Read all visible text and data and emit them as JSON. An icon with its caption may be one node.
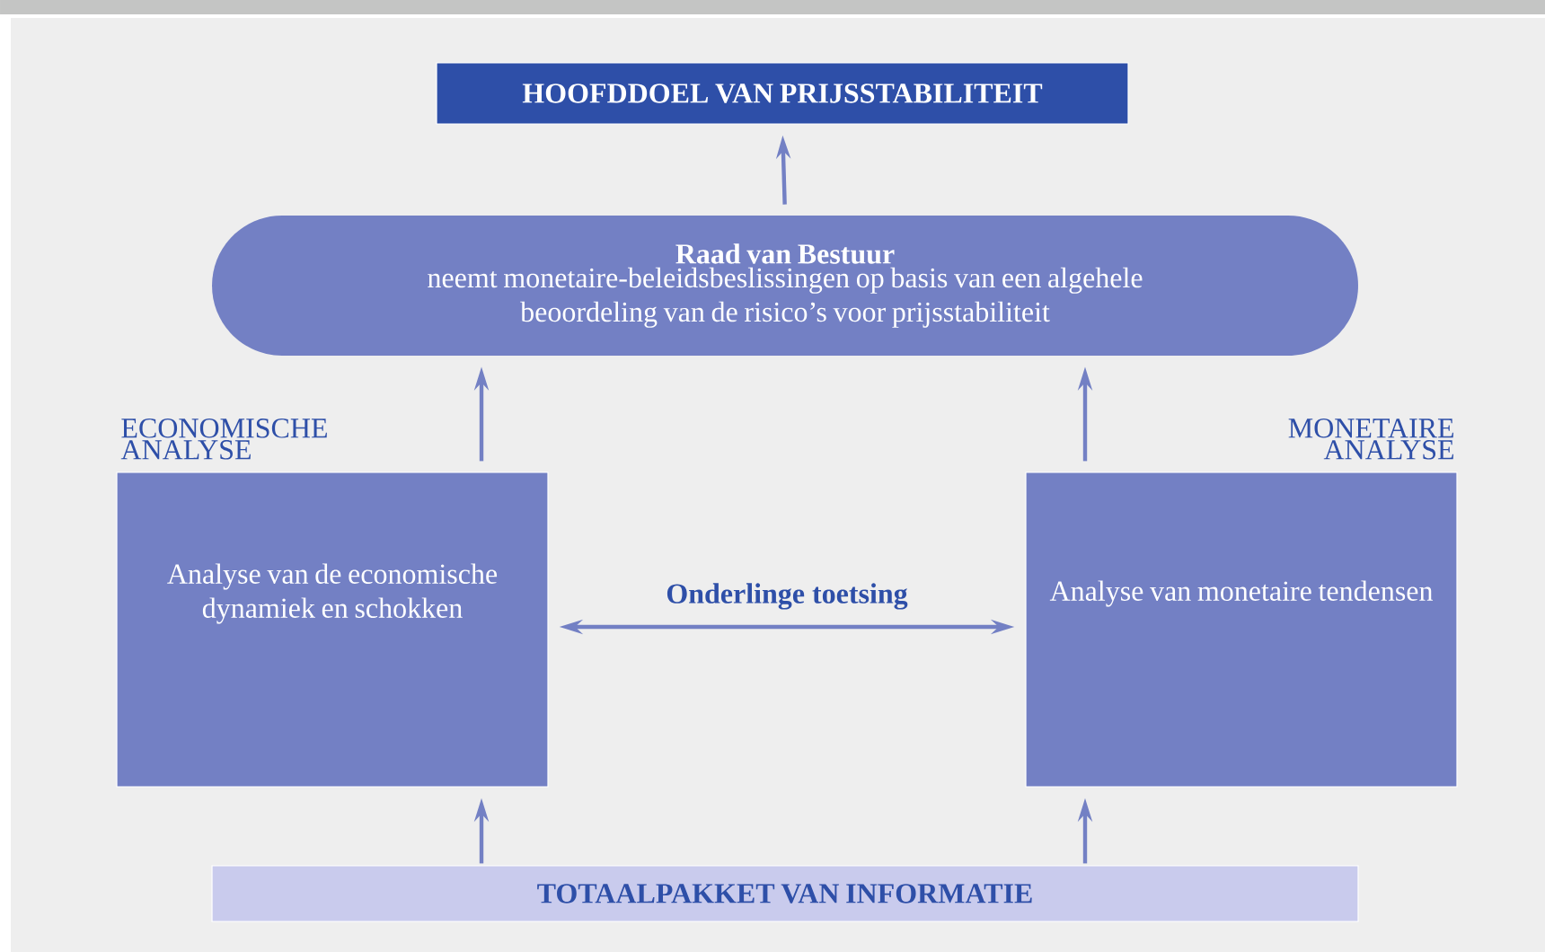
{
  "diagram": {
    "nodes": [
      {
        "text": [
          "HOOFDDOEL VAN PRIJSSTABILITEIT"
        ]
      },
      {
        "text": [
          "Raad van Bestuur",
          "neemt monetaire-beleidsbeslissingen op basis van een algehele beoordeling van de risico’s voor prijsstabiliteit"
        ]
      },
      {
        "text": [
          "ECONOMISCHE ANALYSE",
          "Analyse van de economische dynamiek en schokken"
        ]
      },
      {
        "text": [
          "MONETAIRE ANALYSE",
          "Analyse van monetaire tendensen"
        ]
      },
      {
        "text": [
          "TOTAALPAKKET VAN INFORMATIE"
        ]
      }
    ],
    "edges": [
      {
        "from": 1,
        "to": 0,
        "arrow": "to"
      },
      {
        "from": 2,
        "to": 1,
        "arrow": "to"
      },
      {
        "from": 3,
        "to": 1,
        "arrow": "to"
      },
      {
        "from": 2,
        "to": 3,
        "arrow": "both",
        "label": "Onderlinge toetsing"
      },
      {
        "from": 4,
        "to": 2,
        "arrow": "to"
      },
      {
        "from": 4,
        "to": 3,
        "arrow": "to"
      }
    ]
  }
}
